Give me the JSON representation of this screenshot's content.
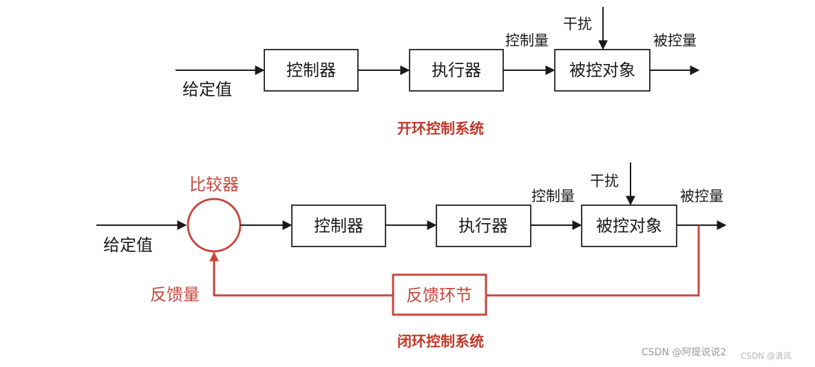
{
  "open_loop": {
    "input_label": "给定值",
    "controller": "控制器",
    "actuator": "执行器",
    "plant": "被控对象",
    "control_quantity": "控制量",
    "disturbance": "干扰",
    "controlled_quantity": "被控量",
    "caption": "开环控制系统"
  },
  "closed_loop": {
    "input_label": "给定值",
    "comparator_label": "比较器",
    "controller": "控制器",
    "actuator": "执行器",
    "plant": "被控对象",
    "control_quantity": "控制量",
    "disturbance": "干扰",
    "controlled_quantity": "被控量",
    "feedback_block": "反馈环节",
    "feedback_quantity": "反馈量",
    "caption": "闭环控制系统"
  },
  "watermark": {
    "primary": "CSDN @阿提说说2",
    "secondary": "CSDN @清风"
  },
  "colors": {
    "line": "#1a1a1a",
    "accent": "#c8463c",
    "caption": "#c0392b"
  }
}
